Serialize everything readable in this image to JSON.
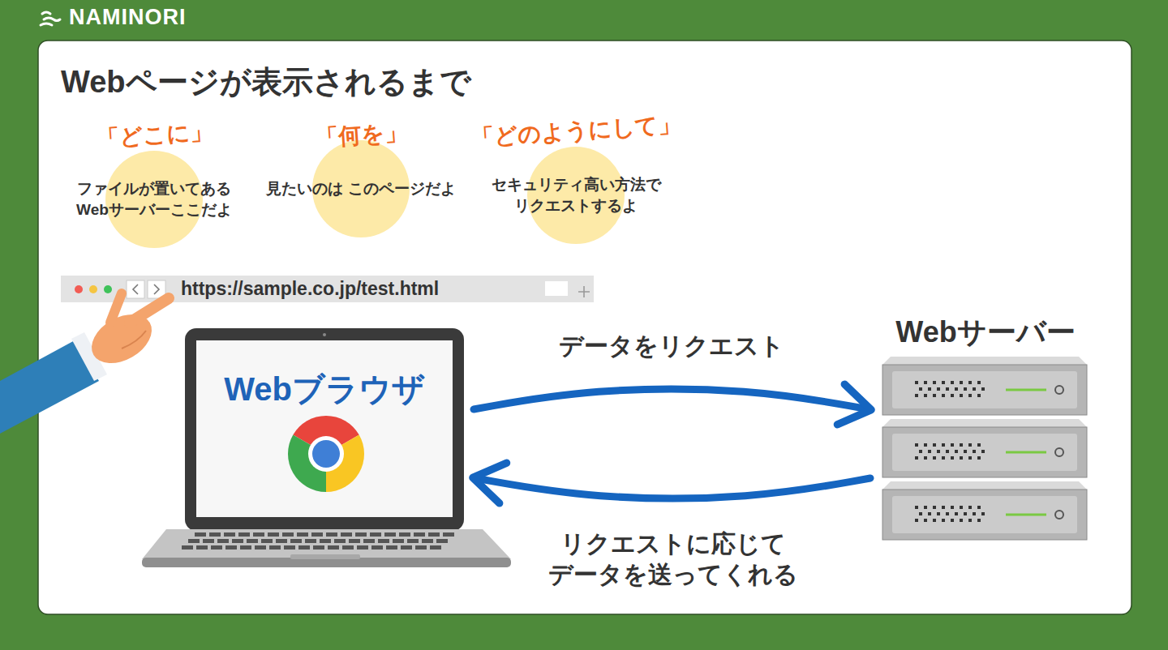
{
  "diagram": {
    "title": "Webページが表示されるまで",
    "nodes": [
      {
        "text": [
          "「どこに」",
          "ファイルが置いてある Webサーバーここだよ"
        ]
      },
      {
        "text": [
          "「何を」",
          "見たいのは このページだよ"
        ]
      },
      {
        "text": [
          "「どのようにして」",
          "セキュリティ高い方法で リクエストするよ"
        ]
      },
      {
        "text": [
          "https://sample.co.jp/test.html"
        ]
      },
      {
        "text": [
          "Webブラウザ"
        ]
      },
      {
        "text": [
          "Webサーバー"
        ]
      }
    ],
    "edges": [
      {
        "from": 4,
        "to": 5,
        "arrow": "to",
        "label": "データをリクエスト"
      },
      {
        "from": 5,
        "to": 4,
        "arrow": "to",
        "label": "リクエストに応じて データを送ってくれる"
      }
    ],
    "labels": [
      "NAMINORI"
    ]
  }
}
